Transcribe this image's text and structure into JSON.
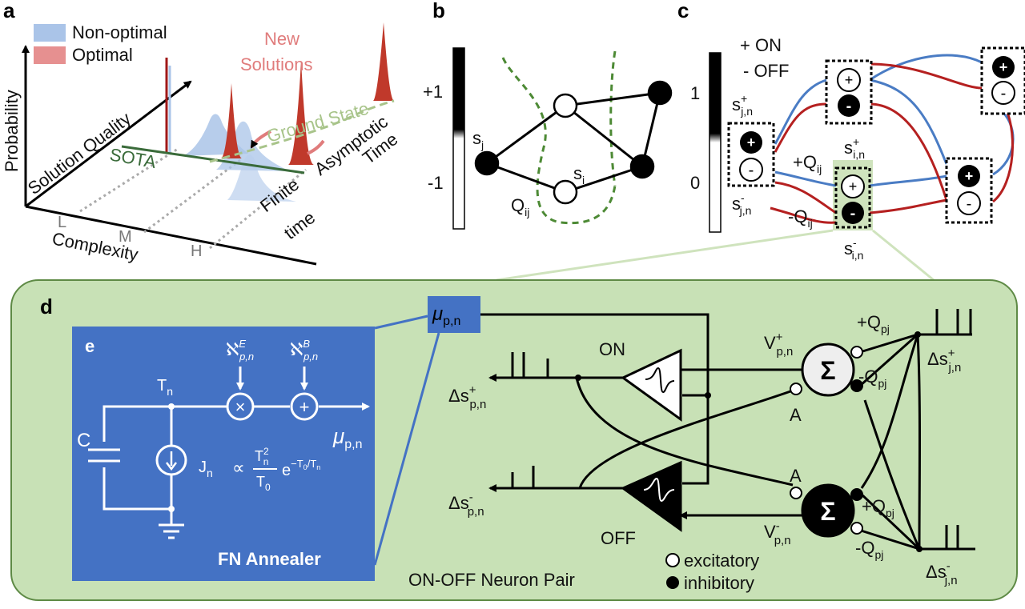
{
  "panel_letters": {
    "a": "a",
    "b": "b",
    "c": "c",
    "d": "d",
    "e": "e"
  },
  "panel_a": {
    "legend": [
      {
        "label": "Non-optimal",
        "color": "#aac4e8"
      },
      {
        "label": "Optimal",
        "color": "#e69090"
      }
    ],
    "y_axis": "Probability",
    "depth_axis": "Solution Quality",
    "x_axis": "Complexity",
    "ticks": [
      "L",
      "M",
      "H"
    ],
    "new_solutions": [
      "New",
      "Solutions"
    ],
    "ground_state": "Ground State",
    "sota": "SOTA",
    "asymptotic": [
      "Asymptotic",
      "Time"
    ],
    "finite": [
      "Finite",
      "time"
    ],
    "colors": {
      "new_solutions": "#e07c7c",
      "ground_state": "#a8c48a",
      "sota": "#3a6b3a",
      "peak": "#a01818"
    }
  },
  "panel_b": {
    "scale_top": "+1",
    "scale_bottom": "-1",
    "node_j": {
      "base": "s",
      "sub": "j"
    },
    "node_i": {
      "base": "s",
      "sub": "i"
    },
    "edge": {
      "base": "Q",
      "sub": "ij"
    },
    "colors": {
      "cut": "#4d8a35"
    }
  },
  "panel_c": {
    "legend": [
      "+ ON",
      "- OFF"
    ],
    "scale_top": "1",
    "scale_bottom": "0",
    "plus_sign": "+",
    "minus_sign": "-",
    "s_j_plus": {
      "base": "s",
      "sub": "j,n",
      "sup": "+"
    },
    "s_j_minus": {
      "base": "s",
      "sub": "j,n",
      "sup": "-"
    },
    "s_i_plus": {
      "base": "s",
      "sub": "i,n",
      "sup": "+"
    },
    "s_i_minus": {
      "base": "s",
      "sub": "i,n",
      "sup": "-"
    },
    "plus_q": {
      "base": "+Q",
      "sub": "ij"
    },
    "minus_q": {
      "base": "-Q",
      "sub": "ij"
    },
    "colors": {
      "blue_link": "#4a7cc4",
      "red_link": "#b52020",
      "highlight": "#cfe3bd"
    }
  },
  "panel_d": {
    "mu": {
      "base": "μ",
      "sub": "p,n"
    },
    "on_label": "ON",
    "off_label": "OFF",
    "sigma": "Σ",
    "v_plus": {
      "base": "V",
      "sub": "p,n",
      "sup": "+"
    },
    "v_minus": {
      "base": "V",
      "sub": "p,n",
      "sup": "-"
    },
    "a_label": "A",
    "plus_qpj": {
      "base": "+Q",
      "sub": "pj"
    },
    "minus_qpj": {
      "base": "-Q",
      "sub": "pj"
    },
    "ds_p_plus": {
      "base": "Δs",
      "sub": "p,n",
      "sup": "+"
    },
    "ds_p_minus": {
      "base": "Δs",
      "sub": "p,n",
      "sup": "-"
    },
    "ds_j_plus": {
      "base": "Δs",
      "sub": "j,n",
      "sup": "+"
    },
    "ds_j_minus": {
      "base": "Δs",
      "sub": "j,n",
      "sup": "-"
    },
    "legend": [
      "excitatory",
      "inhibitory"
    ],
    "title": "ON-OFF Neuron Pair",
    "colors": {
      "background": "#c8e1b6",
      "border": "#5e8a45",
      "mu_box": "#4472c4"
    }
  },
  "panel_e": {
    "title": "FN Annealer",
    "capacitor": "C",
    "node": {
      "base": "T",
      "sub": "n"
    },
    "aleph_e": {
      "base": "ℵ",
      "sub": "p,n",
      "sup": "E"
    },
    "aleph_b": {
      "base": "ℵ",
      "sub": "p,n",
      "sup": "B"
    },
    "current": {
      "base": "J",
      "sub": "n"
    },
    "proportional": "∝",
    "formula": {
      "num_base": "T",
      "num_sub": "n",
      "num_sup": "2",
      "den_base": "T",
      "den_sub": "0",
      "exp_base": "e",
      "exp_power": "−T",
      "exp_num_sub": "0",
      "exp_slash": "/",
      "exp_den": "T",
      "exp_den_sub": "n"
    },
    "output": {
      "base": "μ",
      "sub": "p,n"
    },
    "multiply": "×",
    "add": "+",
    "colors": {
      "background": "#4472c4"
    }
  }
}
